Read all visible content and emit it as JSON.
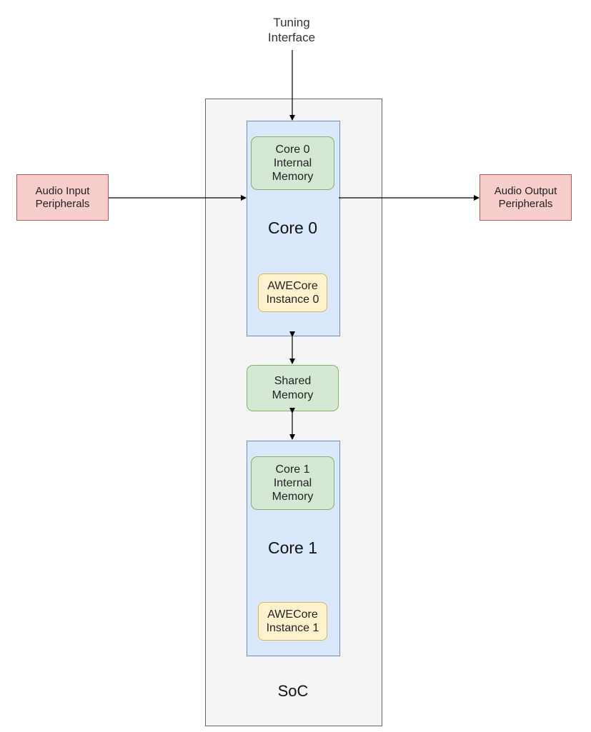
{
  "diagram": {
    "tuning_interface": "Tuning\nInterface",
    "soc": "SoC",
    "core0": {
      "label": "Core 0",
      "memory": "Core 0\nInternal\nMemory",
      "instance": "AWECore\nInstance 0"
    },
    "shared_memory": "Shared\nMemory",
    "core1": {
      "label": "Core 1",
      "memory": "Core 1\nInternal\nMemory",
      "instance": "AWECore\nInstance 1"
    },
    "audio_input": "Audio Input\nPeripherals",
    "audio_output": "Audio Output\nPeripherals"
  },
  "colors": {
    "core_fill": "#dae8fc",
    "memory_fill": "#d5e8d4",
    "awecore_fill": "#fff2cc",
    "peripheral_fill": "#f8cecc",
    "soc_fill": "#f5f5f5"
  }
}
